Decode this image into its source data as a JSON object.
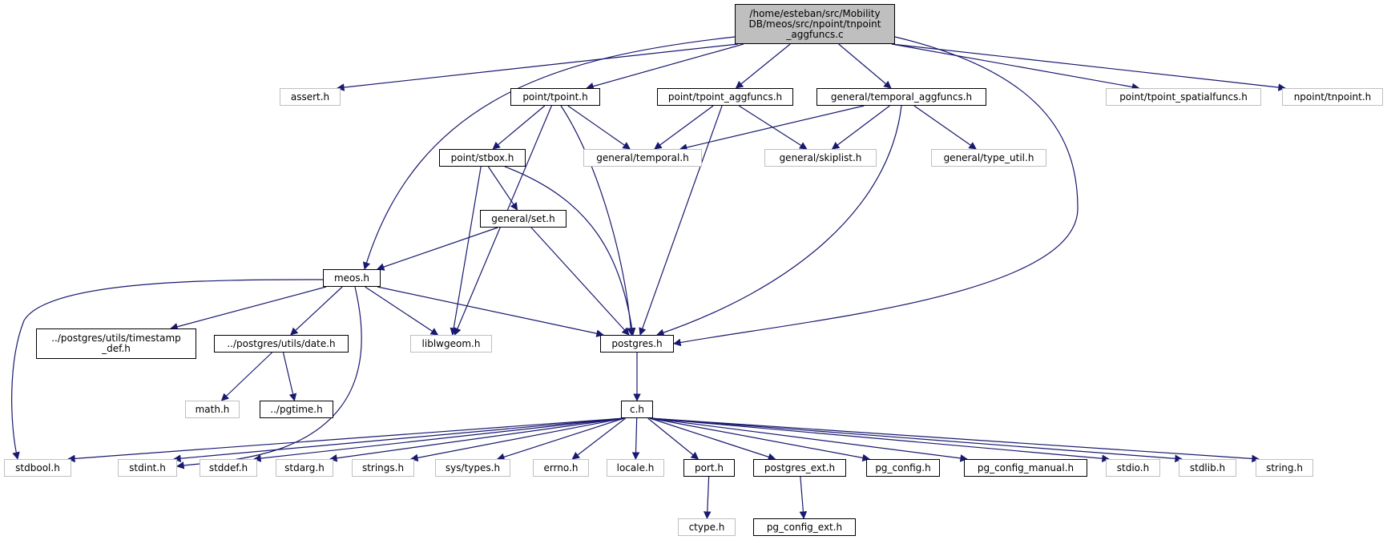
{
  "colors": {
    "edge": "#191970",
    "documented_border": "#000000",
    "external_border": "#bfbfbf",
    "root_fill": "#bfbfbf",
    "node_fill": "#ffffff"
  },
  "nodes": [
    {
      "id": "root",
      "label": "/home/esteban/src/Mobility\nDB/meos/src/npoint/tnpoint\n_aggfuncs.c",
      "kind": "root"
    },
    {
      "id": "assert",
      "label": "assert.h",
      "kind": "external"
    },
    {
      "id": "tpoint",
      "label": "point/tpoint.h",
      "kind": "documented"
    },
    {
      "id": "tpoint_aggfuncs",
      "label": "point/tpoint_aggfuncs.h",
      "kind": "documented"
    },
    {
      "id": "temporal_aggfuncs",
      "label": "general/temporal_aggfuncs.h",
      "kind": "documented"
    },
    {
      "id": "tpoint_spatialfuncs",
      "label": "point/tpoint_spatialfuncs.h",
      "kind": "external"
    },
    {
      "id": "tnpoint",
      "label": "npoint/tnpoint.h",
      "kind": "external"
    },
    {
      "id": "stbox",
      "label": "point/stbox.h",
      "kind": "documented"
    },
    {
      "id": "temporal",
      "label": "general/temporal.h",
      "kind": "external"
    },
    {
      "id": "skiplist",
      "label": "general/skiplist.h",
      "kind": "external"
    },
    {
      "id": "type_util",
      "label": "general/type_util.h",
      "kind": "external"
    },
    {
      "id": "set",
      "label": "general/set.h",
      "kind": "documented"
    },
    {
      "id": "meos",
      "label": "meos.h",
      "kind": "documented"
    },
    {
      "id": "timestamp_def",
      "label": "../postgres/utils/timestamp\n_def.h",
      "kind": "documented"
    },
    {
      "id": "date",
      "label": "../postgres/utils/date.h",
      "kind": "documented"
    },
    {
      "id": "liblwgeom",
      "label": "liblwgeom.h",
      "kind": "external"
    },
    {
      "id": "postgres",
      "label": "postgres.h",
      "kind": "documented"
    },
    {
      "id": "math",
      "label": "math.h",
      "kind": "external"
    },
    {
      "id": "pgtime",
      "label": "../pgtime.h",
      "kind": "documented"
    },
    {
      "id": "c",
      "label": "c.h",
      "kind": "documented"
    },
    {
      "id": "stdbool",
      "label": "stdbool.h",
      "kind": "external"
    },
    {
      "id": "stdint",
      "label": "stdint.h",
      "kind": "external"
    },
    {
      "id": "stddef",
      "label": "stddef.h",
      "kind": "external"
    },
    {
      "id": "stdarg",
      "label": "stdarg.h",
      "kind": "external"
    },
    {
      "id": "strings",
      "label": "strings.h",
      "kind": "external"
    },
    {
      "id": "systypes",
      "label": "sys/types.h",
      "kind": "external"
    },
    {
      "id": "errno",
      "label": "errno.h",
      "kind": "external"
    },
    {
      "id": "locale",
      "label": "locale.h",
      "kind": "external"
    },
    {
      "id": "port",
      "label": "port.h",
      "kind": "documented"
    },
    {
      "id": "postgres_ext",
      "label": "postgres_ext.h",
      "kind": "documented"
    },
    {
      "id": "pg_config",
      "label": "pg_config.h",
      "kind": "documented"
    },
    {
      "id": "pg_config_manual",
      "label": "pg_config_manual.h",
      "kind": "documented"
    },
    {
      "id": "stdio",
      "label": "stdio.h",
      "kind": "external"
    },
    {
      "id": "stdlib",
      "label": "stdlib.h",
      "kind": "external"
    },
    {
      "id": "string",
      "label": "string.h",
      "kind": "external"
    },
    {
      "id": "ctype",
      "label": "ctype.h",
      "kind": "external"
    },
    {
      "id": "pg_config_ext",
      "label": "pg_config_ext.h",
      "kind": "documented"
    }
  ],
  "edges": [
    [
      "root",
      "assert"
    ],
    [
      "root",
      "tpoint"
    ],
    [
      "root",
      "tpoint_aggfuncs"
    ],
    [
      "root",
      "temporal_aggfuncs"
    ],
    [
      "root",
      "tpoint_spatialfuncs"
    ],
    [
      "root",
      "tnpoint"
    ],
    [
      "root",
      "meos"
    ],
    [
      "root",
      "postgres"
    ],
    [
      "tpoint",
      "temporal"
    ],
    [
      "tpoint",
      "stbox"
    ],
    [
      "tpoint",
      "liblwgeom"
    ],
    [
      "tpoint",
      "postgres"
    ],
    [
      "tpoint_aggfuncs",
      "temporal"
    ],
    [
      "tpoint_aggfuncs",
      "skiplist"
    ],
    [
      "tpoint_aggfuncs",
      "postgres"
    ],
    [
      "temporal_aggfuncs",
      "temporal"
    ],
    [
      "temporal_aggfuncs",
      "skiplist"
    ],
    [
      "temporal_aggfuncs",
      "type_util"
    ],
    [
      "temporal_aggfuncs",
      "postgres"
    ],
    [
      "stbox",
      "set"
    ],
    [
      "stbox",
      "liblwgeom"
    ],
    [
      "stbox",
      "postgres"
    ],
    [
      "set",
      "meos"
    ],
    [
      "set",
      "postgres"
    ],
    [
      "meos",
      "stdbool"
    ],
    [
      "meos",
      "timestamp_def"
    ],
    [
      "meos",
      "date"
    ],
    [
      "meos",
      "liblwgeom"
    ],
    [
      "meos",
      "postgres"
    ],
    [
      "meos",
      "stdint"
    ],
    [
      "date",
      "math"
    ],
    [
      "date",
      "pgtime"
    ],
    [
      "postgres",
      "c"
    ],
    [
      "c",
      "stdbool"
    ],
    [
      "c",
      "stdint"
    ],
    [
      "c",
      "stddef"
    ],
    [
      "c",
      "stdarg"
    ],
    [
      "c",
      "strings"
    ],
    [
      "c",
      "systypes"
    ],
    [
      "c",
      "errno"
    ],
    [
      "c",
      "locale"
    ],
    [
      "c",
      "port"
    ],
    [
      "c",
      "postgres_ext"
    ],
    [
      "c",
      "pg_config"
    ],
    [
      "c",
      "pg_config_manual"
    ],
    [
      "c",
      "stdio"
    ],
    [
      "c",
      "stdlib"
    ],
    [
      "c",
      "string"
    ],
    [
      "port",
      "ctype"
    ],
    [
      "postgres_ext",
      "pg_config_ext"
    ]
  ]
}
